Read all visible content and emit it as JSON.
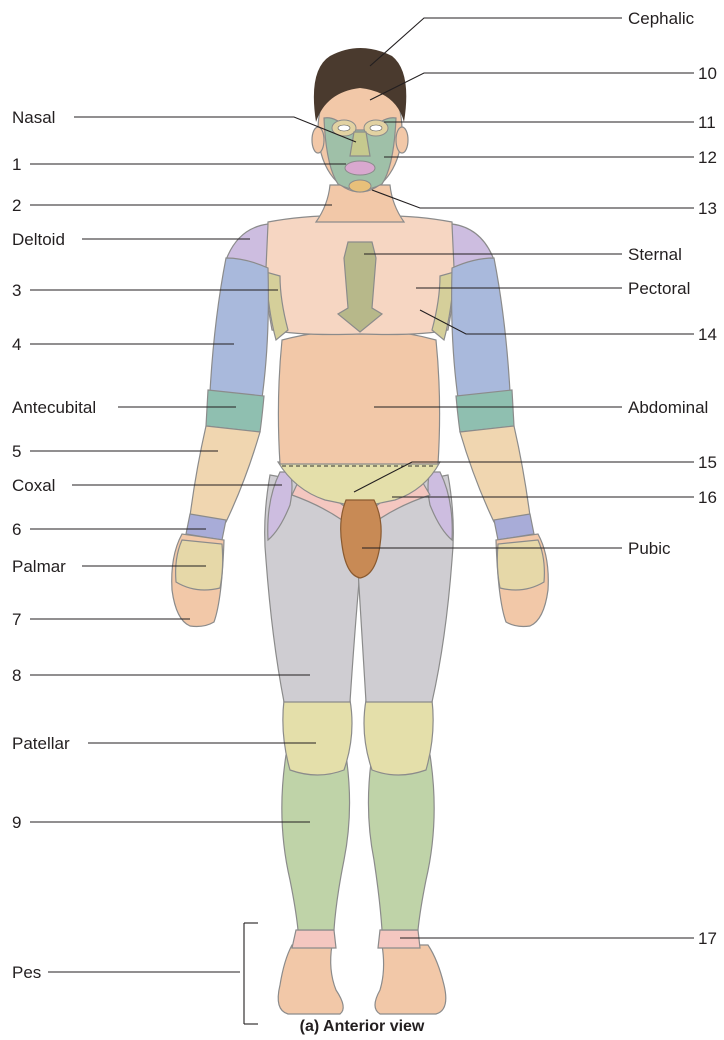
{
  "caption": "(a) Anterior view",
  "labels": {
    "left": [
      "Nasal",
      "1",
      "2",
      "Deltoid",
      "3",
      "4",
      "Antecubital",
      "5",
      "Coxal",
      "6",
      "Palmar",
      "7",
      "8",
      "Patellar",
      "9",
      "Pes"
    ],
    "right": [
      "Cephalic",
      "10",
      "11",
      "12",
      "13",
      "Sternal",
      "Pectoral",
      "14",
      "Abdominal",
      "15",
      "16",
      "Pubic",
      "17"
    ]
  },
  "colors": {
    "skin": "#f2c8a8",
    "face_green": "#9fc0a8",
    "upper_arm_blue": "#a9b9dc",
    "deltoid_purple": "#cdbde0",
    "forearm_cream": "#f0d6b0",
    "sternal_olive": "#b7b88a",
    "thigh_gray": "#cfcdd2",
    "knee_yellow": "#e4dfaa",
    "leg_green": "#bfd3a8",
    "antecubital_teal": "#8fbfb0",
    "wrist_lavender": "#a8acd8",
    "hair": "#4a3a2e"
  }
}
